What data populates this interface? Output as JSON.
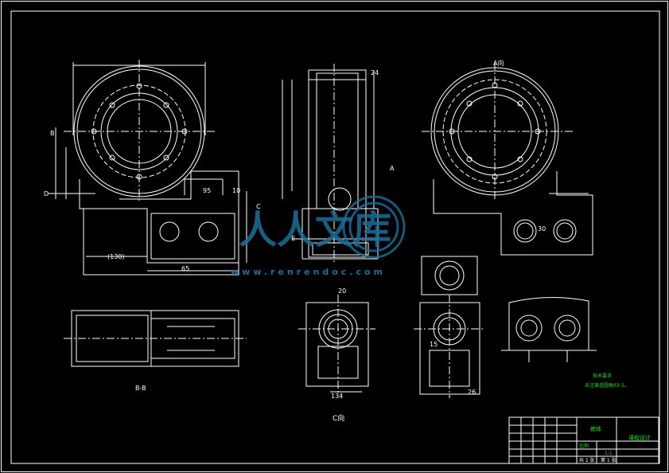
{
  "colors": {
    "background": "#000000",
    "lines": "#ffffff",
    "green": "#22dd22",
    "cyan": "#66e0ff",
    "watermark": "#1d6f9a"
  },
  "labels": {
    "section_bb": "B-B",
    "view_c": "C向",
    "view_a": "A向",
    "marker_d": "D",
    "marker_b": "B",
    "marker_c": "C",
    "marker_e": "E",
    "marker_a": "A"
  },
  "dimensions": {
    "d10": "10",
    "d95": "95",
    "d65": "65",
    "d130": "(130)",
    "d20": "20",
    "d30": "30",
    "d15": "15",
    "d134": "134",
    "d26": "26",
    "d24": "24"
  },
  "watermark": {
    "text": "人人文库",
    "url": "www.renrendoc.com"
  },
  "notes": {
    "line1": "技术要求",
    "line2": "未注铸造圆角R3-5。"
  },
  "title_block": {
    "name": "箱体",
    "company": "课程设计",
    "scale_label": "比例",
    "scale": "1:1",
    "sheets": "共 1 张",
    "sheet_no": "第 1 张"
  }
}
